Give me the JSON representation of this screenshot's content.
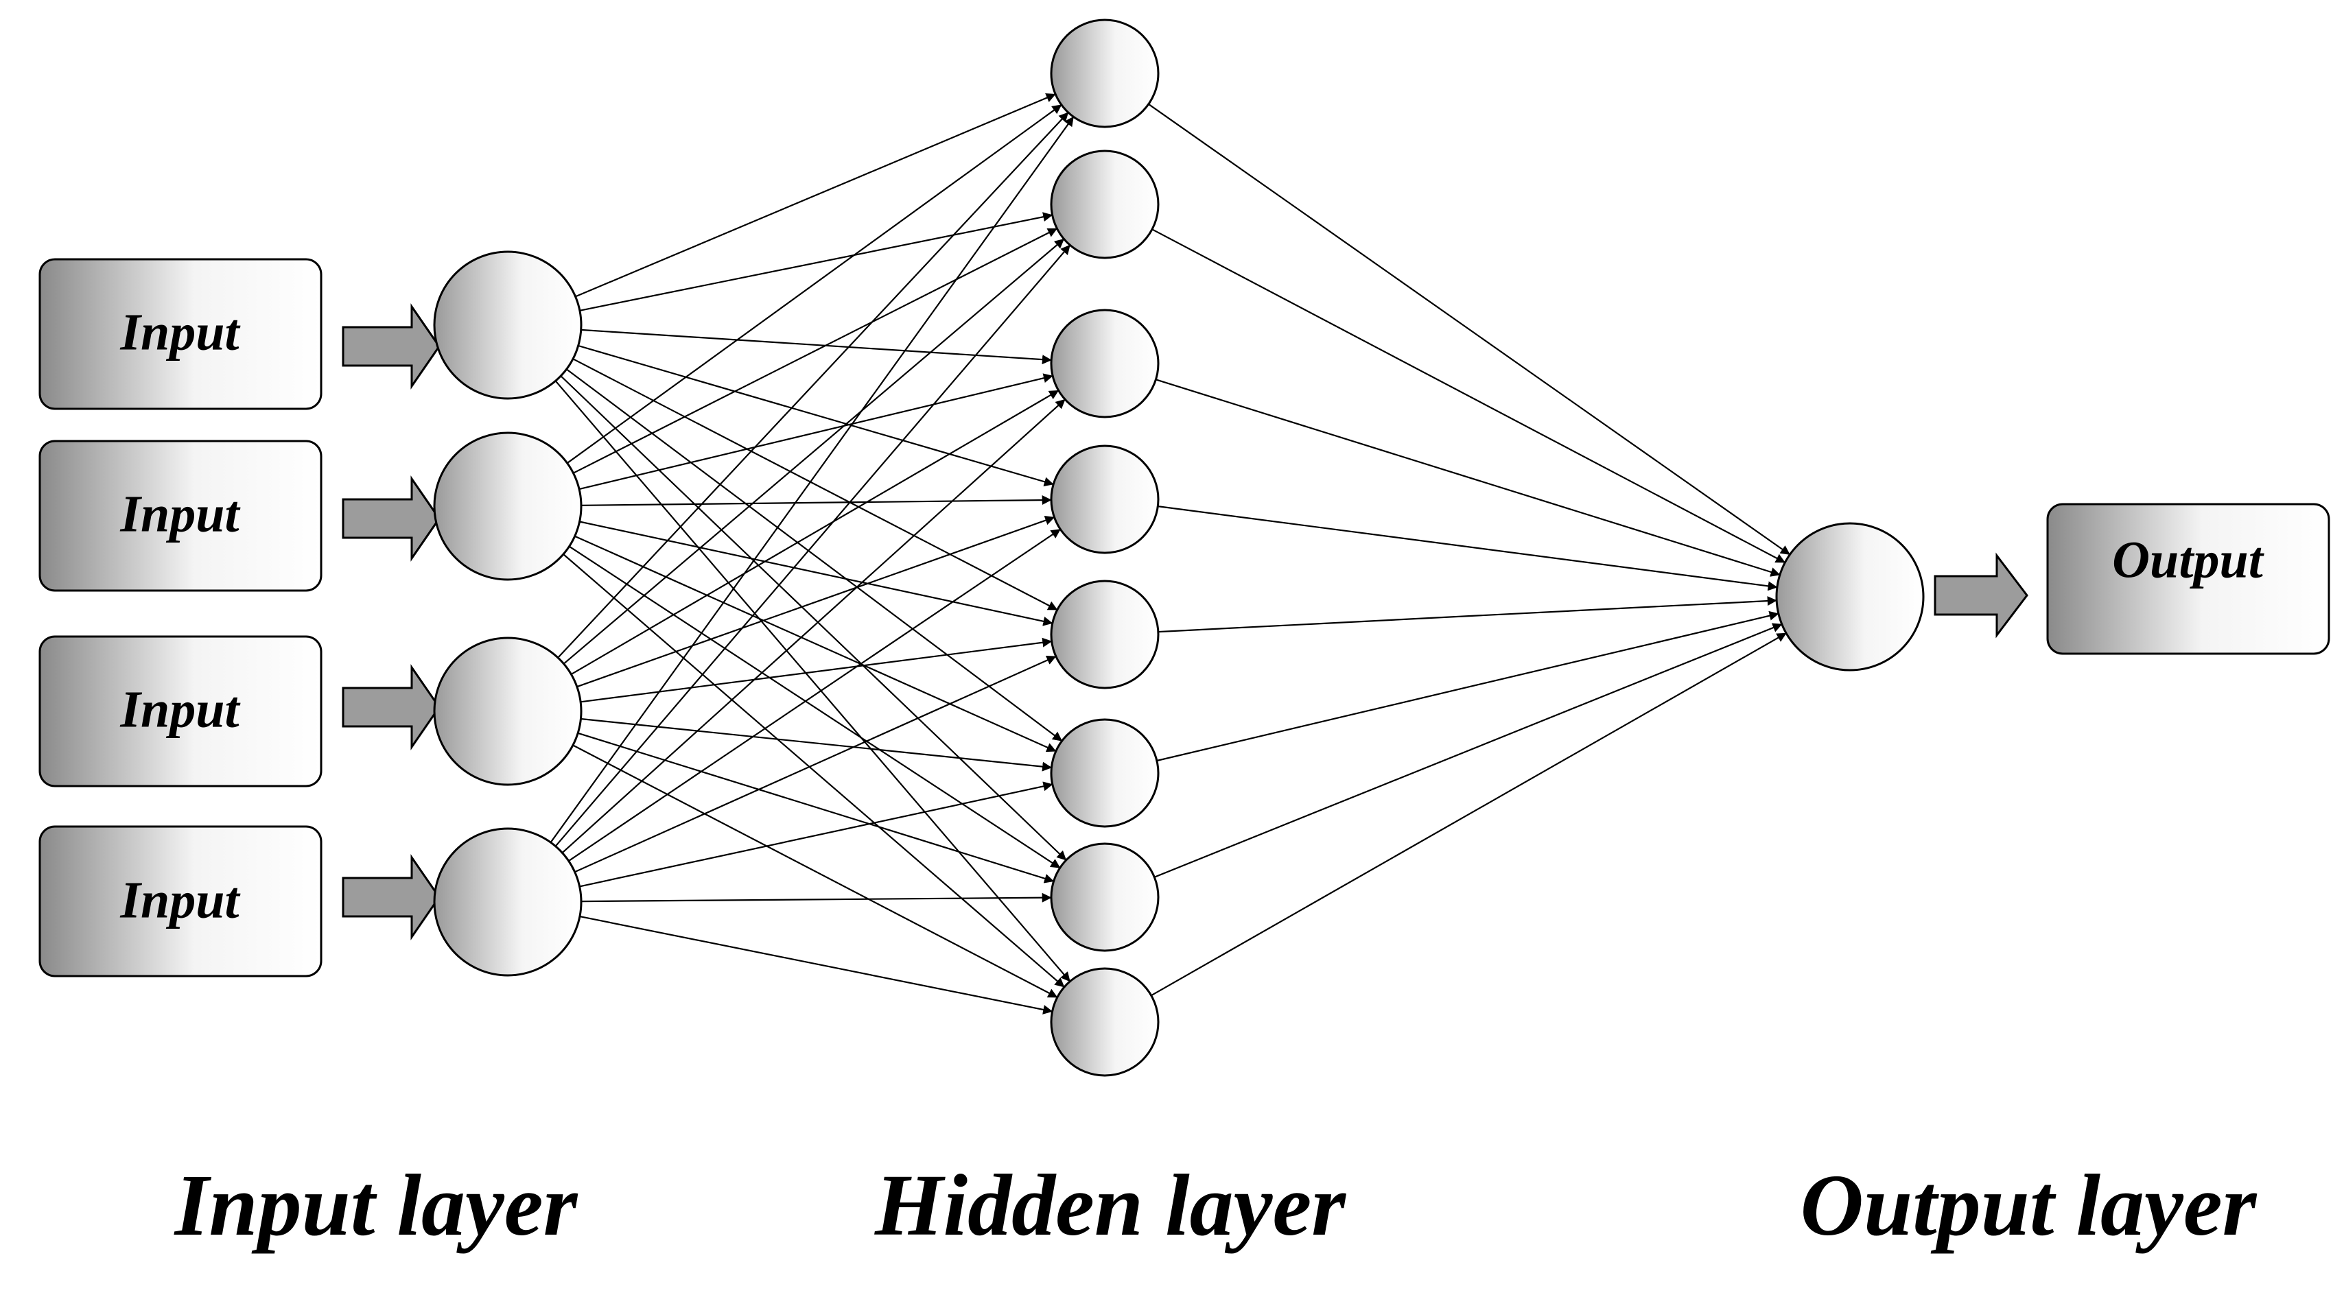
{
  "input_boxes": [
    {
      "label": "Input"
    },
    {
      "label": "Input"
    },
    {
      "label": "Input"
    },
    {
      "label": "Input"
    }
  ],
  "output_box": {
    "label": "Output"
  },
  "layer_labels": {
    "input": "Input layer",
    "hidden": "Hidden layer",
    "output": "Output layer"
  },
  "network": {
    "input_neurons": 4,
    "hidden_neurons": 8,
    "output_neurons": 1
  },
  "colors": {
    "box_dark": "#8a8a8a",
    "box_light": "#f4f4f4",
    "node_dark": "#9a9a9a",
    "node_light": "#f5f5f5",
    "arrow_fill": "#9c9c9c",
    "stroke": "#000000"
  }
}
